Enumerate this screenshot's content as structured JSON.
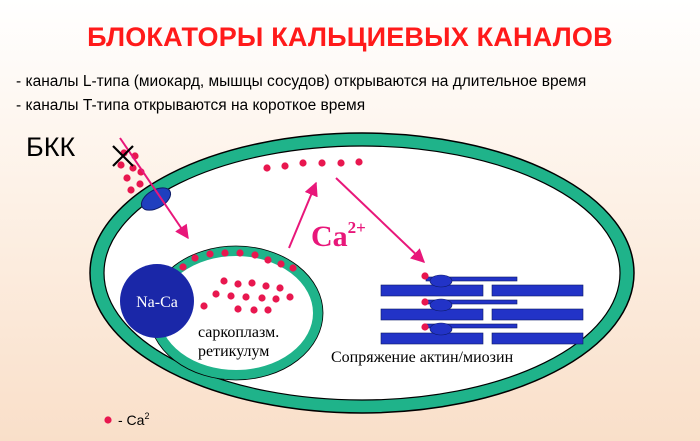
{
  "title": "БЛОКАТОРЫ КАЛЬЦИЕВЫХ КАНАЛОВ",
  "notes": [
    "- каналы L-типа (миокард, мышцы сосудов) открываются на длительное время",
    "- каналы T-типа открываются на короткое время"
  ],
  "labels": {
    "bkk": "БКК",
    "na_ca": "Na-Ca",
    "ca_base": "Ca",
    "ca_sup": "2+",
    "sr_line1": "саркоплазм.",
    "sr_line2": "ретикулум",
    "actin_myosin": "Сопряжение актин/миозин",
    "legend_text": "- Ca",
    "legend_sup": "2"
  },
  "colors": {
    "title": "#ff1a1a",
    "membrane": "#1fb38a",
    "membrane_outline": "#000000",
    "cell_fill": "#ffffff",
    "ion": "#e8174f",
    "arrow": "#e8177a",
    "exchanger": "#1a27a8",
    "channel": "#1f3fbf",
    "filament": "#2233c7",
    "ca_label": "#e8177a"
  },
  "icons": {
    "block": "cross-x-icon"
  }
}
